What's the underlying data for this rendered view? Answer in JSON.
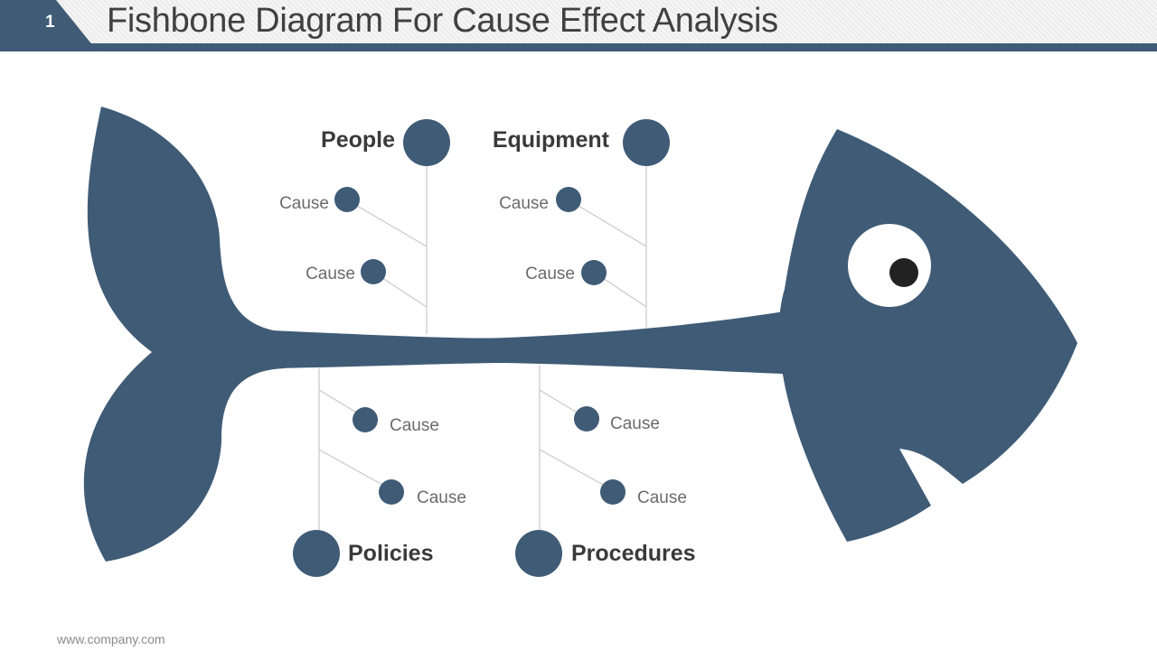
{
  "slide": {
    "number": "1",
    "title": "Fishbone Diagram For Cause Effect Analysis",
    "footer": "www.company.com"
  },
  "colors": {
    "fish": "#3f5b76",
    "bone_line": "#c9c9c9",
    "eye_white": "#ffffff",
    "pupil": "#222222",
    "category_text": "#3a3a3a",
    "cause_text": "#6b6b6b"
  },
  "categories": [
    {
      "name": "People",
      "causes": [
        "Cause",
        "Cause"
      ]
    },
    {
      "name": "Equipment",
      "causes": [
        "Cause",
        "Cause"
      ]
    },
    {
      "name": "Policies",
      "causes": [
        "Cause",
        "Cause"
      ]
    },
    {
      "name": "Procedures",
      "causes": [
        "Cause",
        "Cause"
      ]
    }
  ]
}
